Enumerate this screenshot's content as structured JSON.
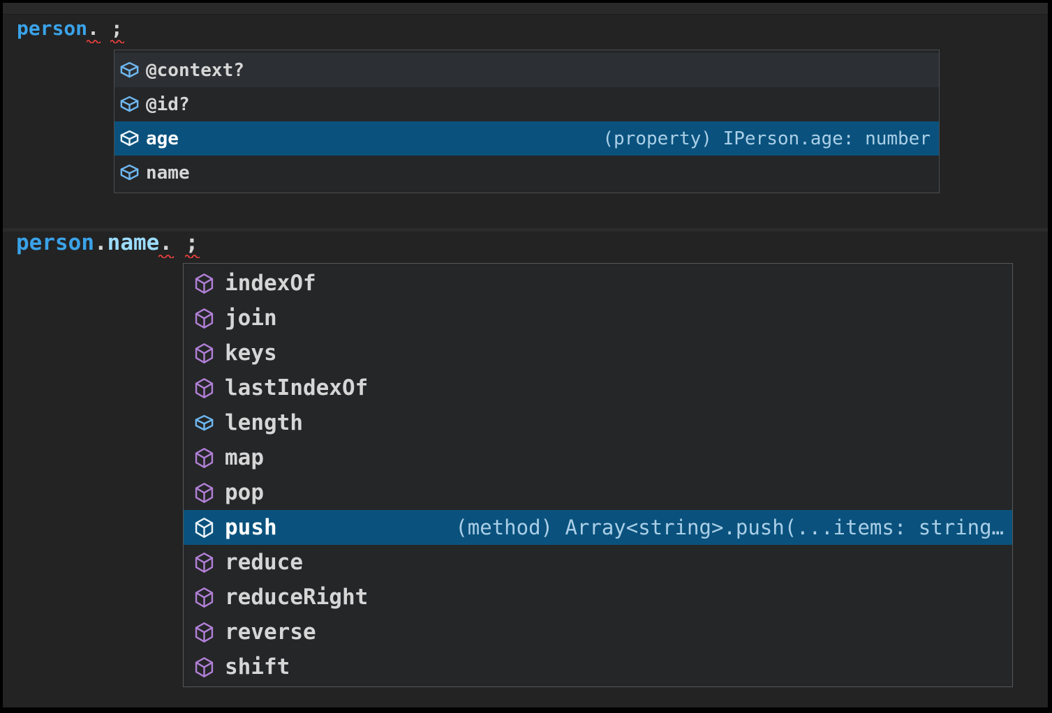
{
  "colors": {
    "editor_background": "#232323",
    "widget_background": "#252628",
    "selection_background": "#0a527d",
    "hover_background": "#2c3034",
    "field_icon": "#6fb8f1",
    "method_icon": "#b180d7",
    "squiggle_red": "#e8413c",
    "variable_text": "#3aa3e9",
    "property_text": "#9cdcfe",
    "punctuation_text": "#d5d5d5",
    "item_label_text": "#d6d6d6",
    "selected_detail_text": "#abcfe8"
  },
  "sections": [
    {
      "code": {
        "text": "person.;",
        "tokens": [
          {
            "text": "person",
            "style": "variable"
          },
          {
            "text": ".",
            "style": "punctuation",
            "squiggle": true
          },
          {
            "text": " ",
            "style": "gap"
          },
          {
            "text": ";",
            "style": "punctuation",
            "squiggle": true
          }
        ]
      },
      "suggest": {
        "items": [
          {
            "label": "@context?",
            "kind": "field",
            "state": "hover"
          },
          {
            "label": "@id?",
            "kind": "field",
            "state": "normal"
          },
          {
            "label": "age",
            "kind": "field",
            "state": "selected",
            "detail": "(property) IPerson.age: number"
          },
          {
            "label": "name",
            "kind": "field",
            "state": "normal"
          }
        ]
      }
    },
    {
      "code": {
        "text": "person.name.;",
        "tokens": [
          {
            "text": "person",
            "style": "variable"
          },
          {
            "text": ".",
            "style": "punctuation"
          },
          {
            "text": "name",
            "style": "property"
          },
          {
            "text": ".",
            "style": "punctuation",
            "squiggle": true
          },
          {
            "text": " ",
            "style": "gap"
          },
          {
            "text": ";",
            "style": "punctuation",
            "squiggle": true
          }
        ]
      },
      "suggest": {
        "items": [
          {
            "label": "indexOf",
            "kind": "method",
            "state": "normal"
          },
          {
            "label": "join",
            "kind": "method",
            "state": "normal"
          },
          {
            "label": "keys",
            "kind": "method",
            "state": "normal"
          },
          {
            "label": "lastIndexOf",
            "kind": "method",
            "state": "normal"
          },
          {
            "label": "length",
            "kind": "field",
            "state": "normal"
          },
          {
            "label": "map",
            "kind": "method",
            "state": "normal"
          },
          {
            "label": "pop",
            "kind": "method",
            "state": "normal"
          },
          {
            "label": "push",
            "kind": "method",
            "state": "selected",
            "detail": "(method) Array<string>.push(...items: string…"
          },
          {
            "label": "reduce",
            "kind": "method",
            "state": "normal"
          },
          {
            "label": "reduceRight",
            "kind": "method",
            "state": "normal"
          },
          {
            "label": "reverse",
            "kind": "method",
            "state": "normal"
          },
          {
            "label": "shift",
            "kind": "method",
            "state": "normal"
          }
        ]
      }
    }
  ]
}
